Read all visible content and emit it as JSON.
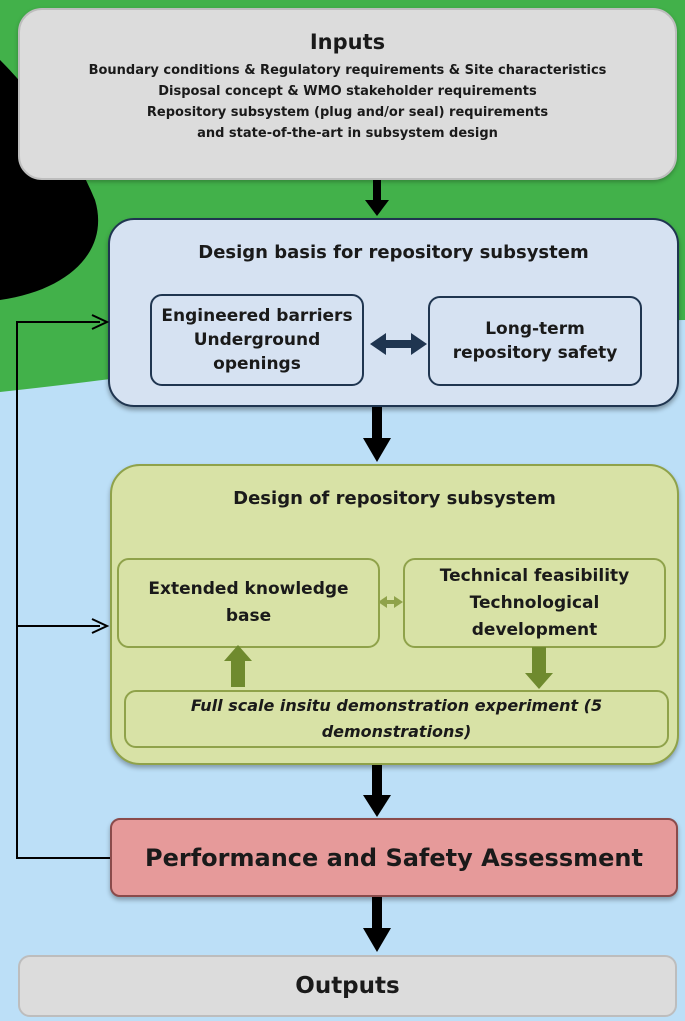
{
  "inputs": {
    "title": "Inputs",
    "lines": [
      "Boundary conditions & Regulatory requirements &  Site characteristics",
      "Disposal concept & WMO stakeholder requirements",
      "Repository subsystem  (plug and/or seal) requirements",
      "and state-of-the-art in subsystem design"
    ]
  },
  "design_basis": {
    "title": "Design basis for repository subsystem",
    "left_box": [
      "Engineered barriers",
      "Underground",
      "openings"
    ],
    "right_box": [
      "Long-term",
      "repository safety"
    ]
  },
  "design": {
    "title": "Design of repository subsystem",
    "left_box": [
      "Extended knowledge",
      "base"
    ],
    "right_box": [
      "Technical feasibility",
      "Technological",
      "development"
    ],
    "bottom_box": [
      "Full scale insitu demonstration experiment (5",
      "demonstrations)"
    ]
  },
  "performance": {
    "label": "Performance and Safety Assessment"
  },
  "outputs": {
    "label": "Outputs"
  },
  "colors": {
    "background_blue": "#bcdff7",
    "background_green": "#42b14a",
    "inputs_box": "#dcdcdc",
    "basis_box": "#d6e2f2",
    "design_box": "#d8e2a6",
    "performance_box": "#e69a9a"
  }
}
